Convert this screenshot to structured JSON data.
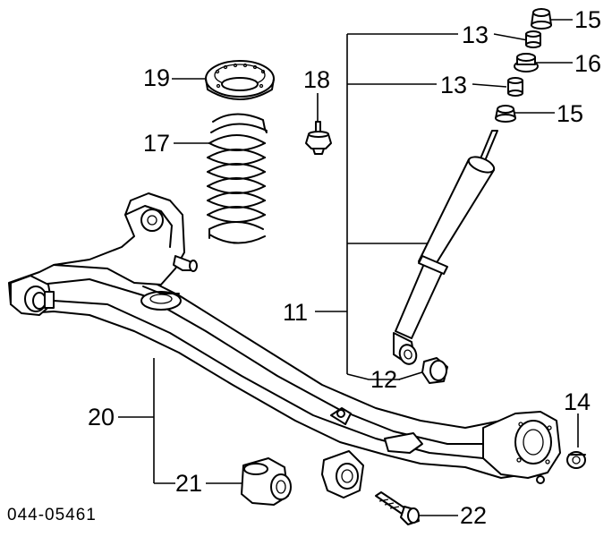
{
  "diagram": {
    "reference_code": "044-05461",
    "callouts": [
      {
        "id": "c15a",
        "label": "15"
      },
      {
        "id": "c13a",
        "label": "13"
      },
      {
        "id": "c16",
        "label": "16"
      },
      {
        "id": "c13b",
        "label": "13"
      },
      {
        "id": "c15b",
        "label": "15"
      },
      {
        "id": "c19",
        "label": "19"
      },
      {
        "id": "c18",
        "label": "18"
      },
      {
        "id": "c17",
        "label": "17"
      },
      {
        "id": "c11",
        "label": "11"
      },
      {
        "id": "c12",
        "label": "12"
      },
      {
        "id": "c14",
        "label": "14"
      },
      {
        "id": "c20",
        "label": "20"
      },
      {
        "id": "c21",
        "label": "21"
      },
      {
        "id": "c22",
        "label": "22"
      }
    ]
  }
}
